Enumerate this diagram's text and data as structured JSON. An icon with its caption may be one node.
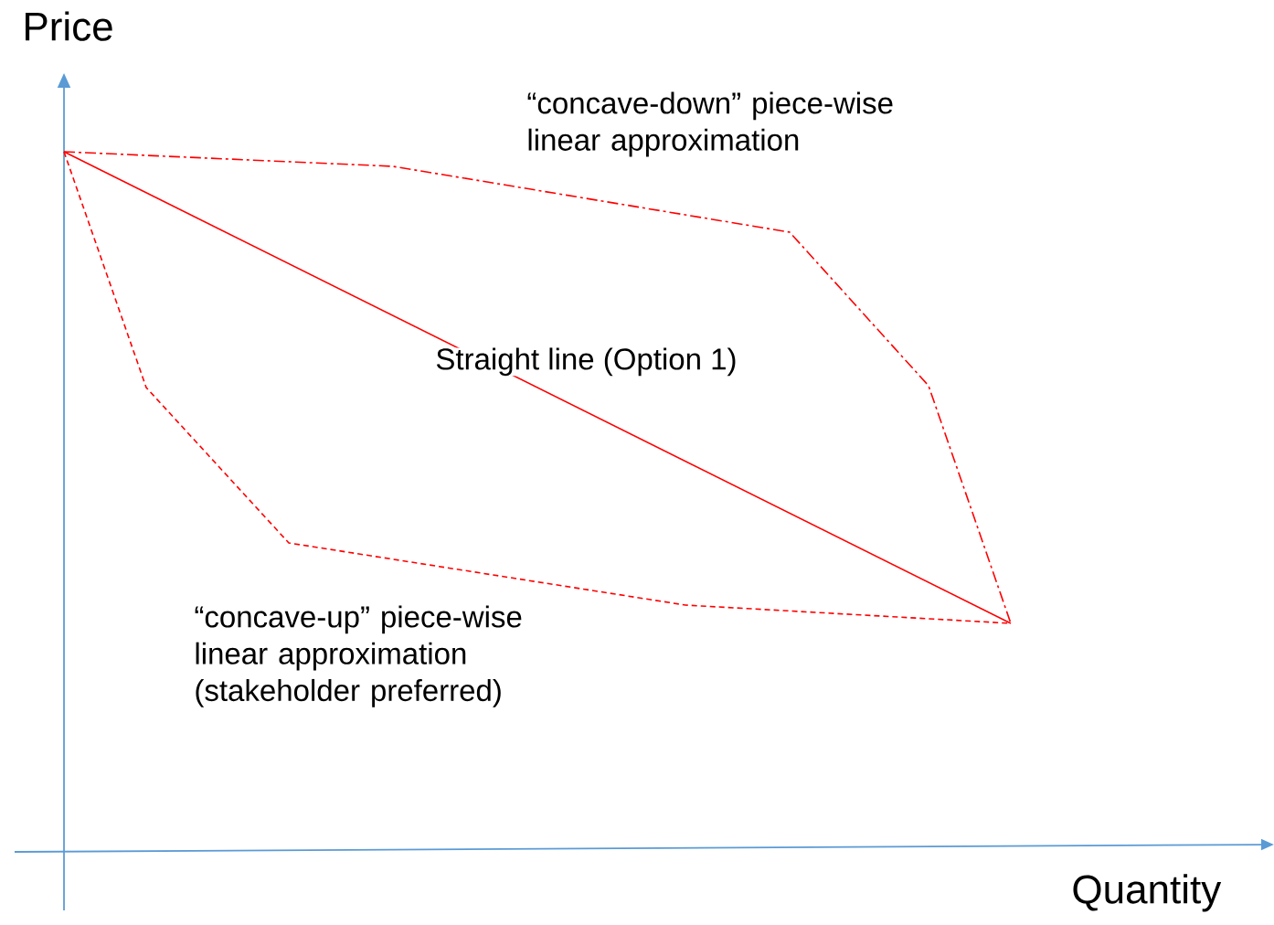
{
  "diagram": {
    "labels": [
      "Price",
      "“concave-down” piece-wise linear approximation",
      "Straight line (Option 1)",
      "“concave-up” piece-wise linear approximation (stakeholder preferred)",
      "Quantity"
    ]
  }
}
